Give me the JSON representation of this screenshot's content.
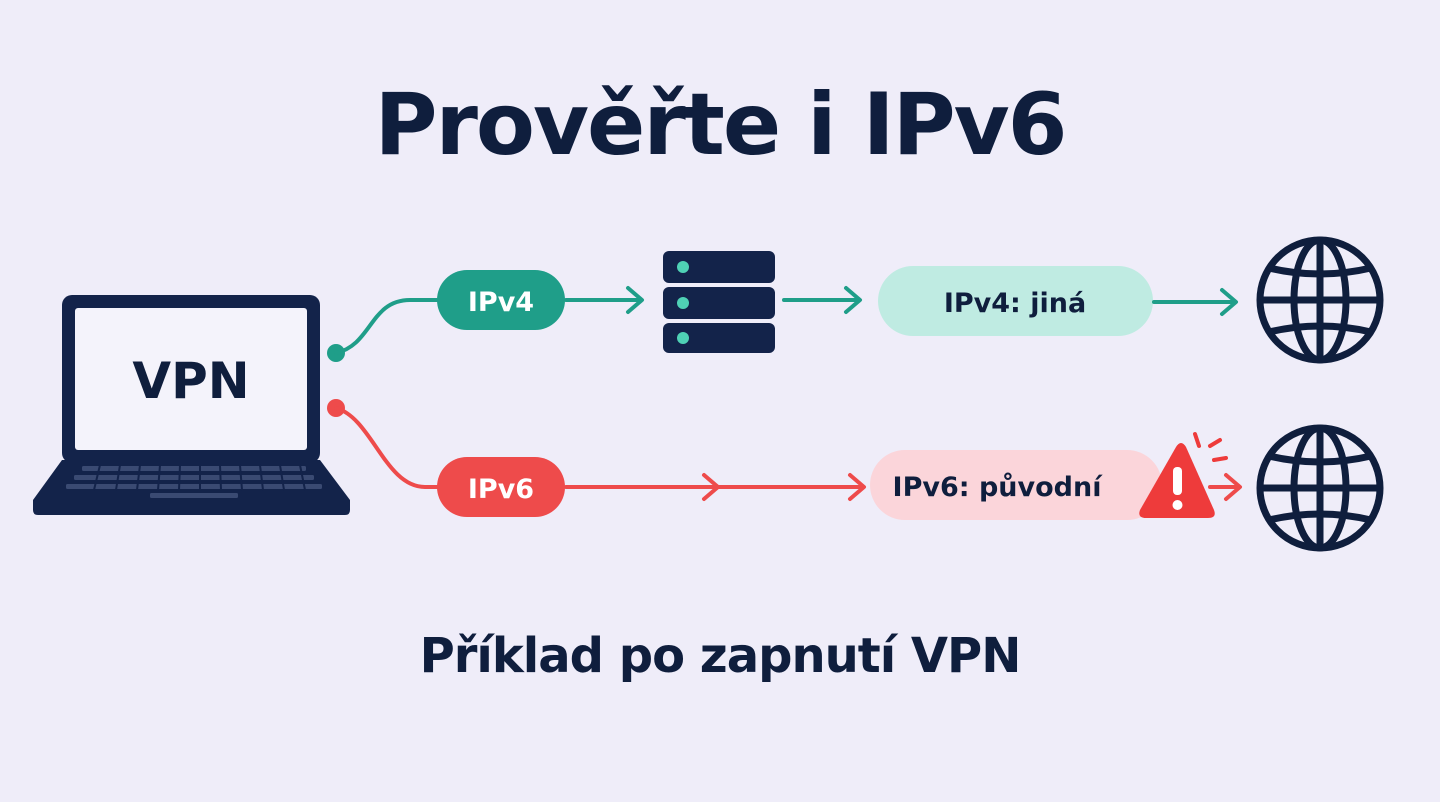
{
  "title": "Prověřte i IPv6",
  "subtitle": "Příklad po zapnutí VPN",
  "laptop": {
    "label": "VPN"
  },
  "ipv4_path": {
    "source_label": "IPv4",
    "result_label": "IPv4: jiná"
  },
  "ipv6_path": {
    "source_label": "IPv6",
    "result_label": "IPv6: původní"
  },
  "icons": {
    "laptop": "laptop-icon",
    "server": "server-icon",
    "globe": "globe-icon",
    "warning": "warning-icon"
  },
  "colors": {
    "background": "#efedf9",
    "navy": "#0f1e3d",
    "ipv4_green": "#1f9e89",
    "ipv4_light": "#bfebe2",
    "ipv6_red": "#ee4b4b",
    "ipv6_light": "#fbd5da",
    "screen": "#f4f3fb"
  }
}
